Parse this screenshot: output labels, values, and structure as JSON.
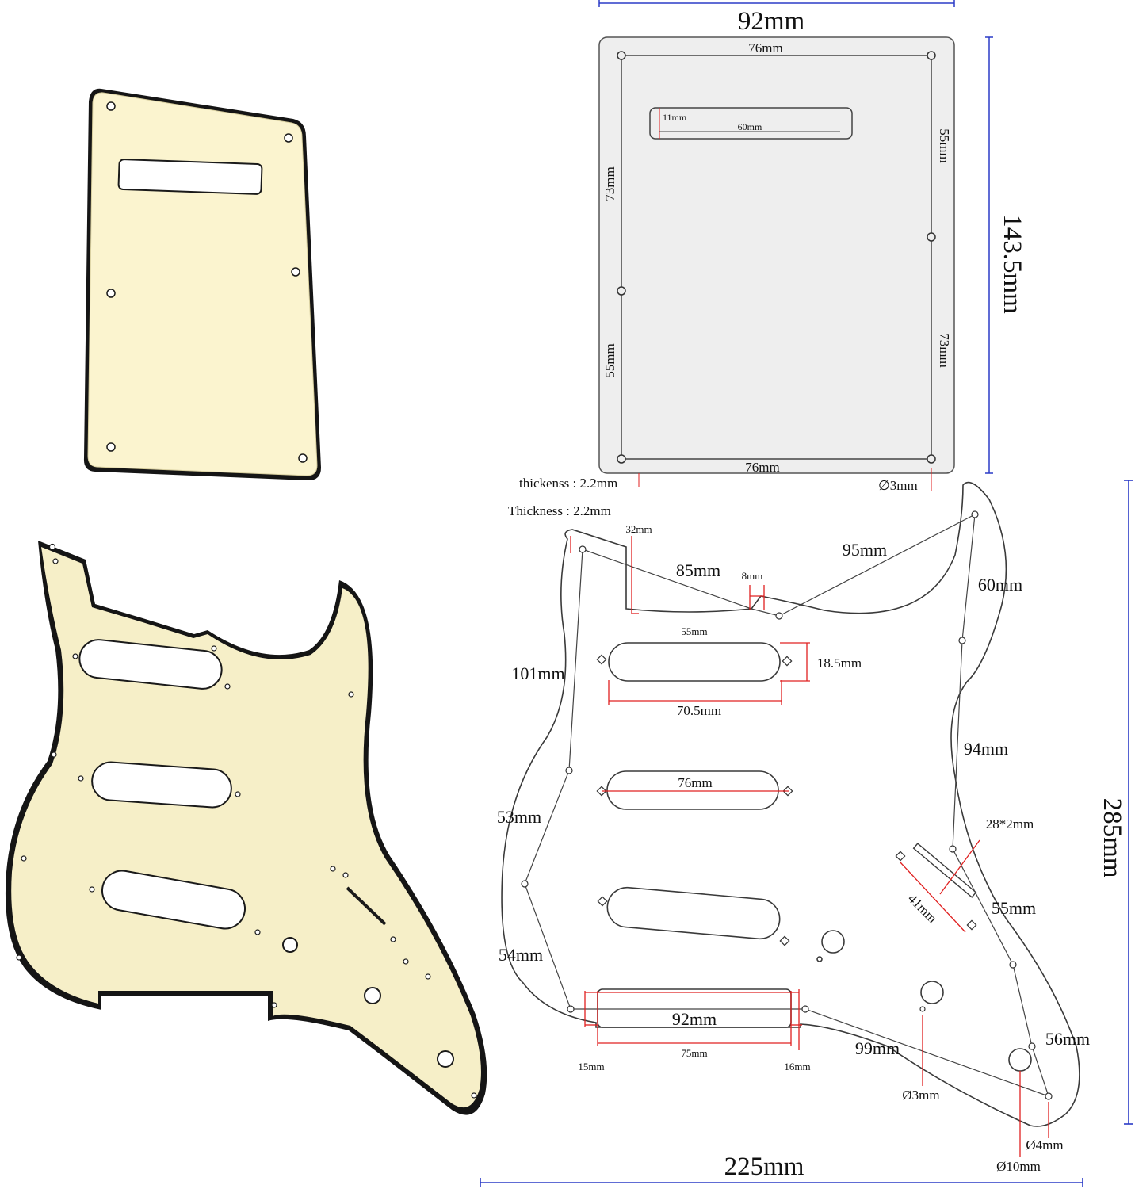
{
  "colors": {
    "cream": "#F6EFC5",
    "outline": "#1a1a1a",
    "plate_fill": "#EEEEEE",
    "blue_dim": "#2B3BC7",
    "red_dim": "#E02020",
    "line": "#3a3a3a"
  },
  "backplate": {
    "width": "92mm",
    "height": "143.5mm",
    "hole_span_top": "76mm",
    "hole_span_bottom": "76mm",
    "slot_height": "11mm",
    "slot_width": "60mm",
    "right_upper": "55mm",
    "right_lower": "73mm",
    "left_upper": "73mm",
    "left_lower": "55mm",
    "thickness": "thickenss : 2.2mm",
    "hole_dia": "∅3mm"
  },
  "pickguard": {
    "thickness": "Thickness : 2.2mm",
    "notch_width": "32mm",
    "top_span": "85mm",
    "notch_depth": "8mm",
    "horn_span": "95mm",
    "horn_side": "60mm",
    "cavity_width": "55mm",
    "pickup_height": "18.5mm",
    "pickup_span": "70.5mm",
    "left_upper": "101mm",
    "pickup_mid_span": "76mm",
    "right_upper": "94mm",
    "switch_slot": "28*2mm",
    "switch_length": "41mm",
    "left_mid": "53mm",
    "right_mid": "55mm",
    "left_lower": "54mm",
    "bottom_span": "92mm",
    "bottom_inner": "75mm",
    "bottom_left": "15mm",
    "bottom_right": "16mm",
    "bottom_diag": "99mm",
    "right_lower": "56mm",
    "hole_3": "Ø3mm",
    "hole_4": "Ø4mm",
    "hole_10": "Ø10mm",
    "overall_width": "225mm",
    "overall_height": "285mm"
  }
}
